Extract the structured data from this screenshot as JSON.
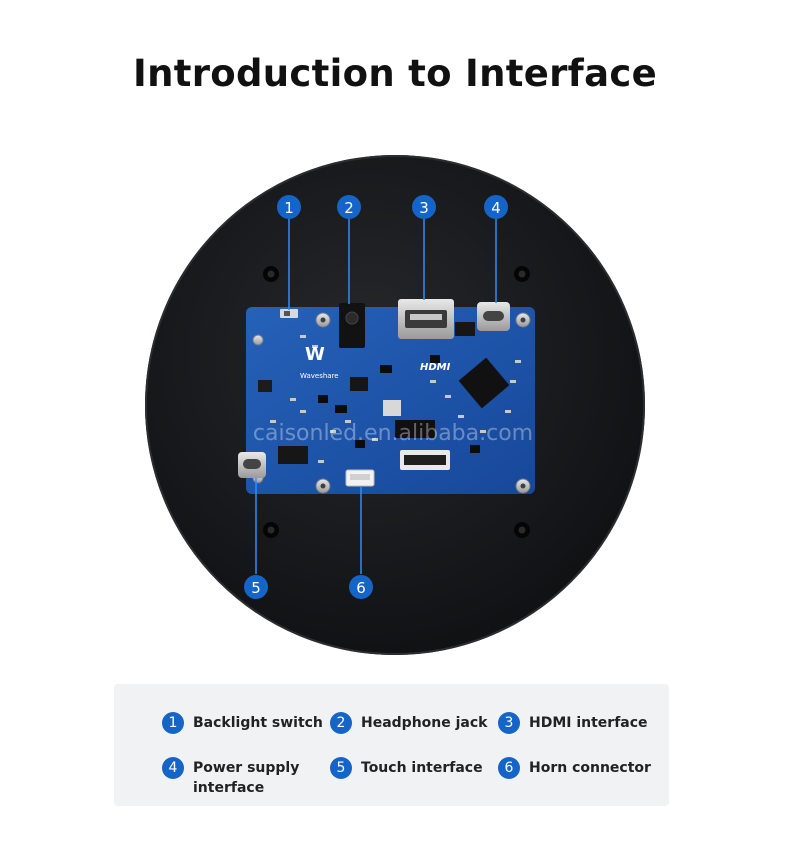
{
  "title": "Introduction to Interface",
  "board": {
    "logo_text": "Waveshare",
    "hdmi_text": "HDMI",
    "watermark": "caisonled.en.alibaba.com"
  },
  "callouts": [
    "1",
    "2",
    "3",
    "4",
    "5",
    "6"
  ],
  "legend": {
    "items": [
      {
        "num": "1",
        "label": "Backlight switch"
      },
      {
        "num": "2",
        "label": "Headphone jack"
      },
      {
        "num": "3",
        "label": "HDMI interface"
      },
      {
        "num": "4",
        "label": "Power supply interface"
      },
      {
        "num": "5",
        "label": "Touch interface"
      },
      {
        "num": "6",
        "label": "Horn connector"
      }
    ]
  },
  "colors": {
    "accent": "#1565c8",
    "disc": "#141517",
    "pcb": "#1d55a8",
    "legend_bg": "#f1f2f4"
  }
}
